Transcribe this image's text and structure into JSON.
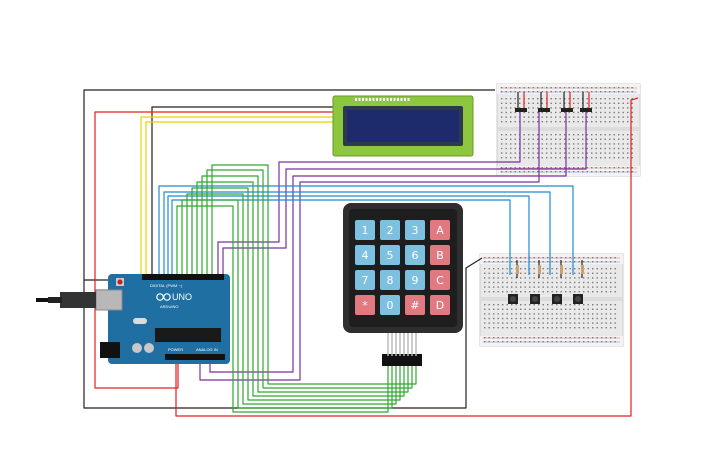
{
  "keypad": {
    "rows": [
      [
        "1",
        "2",
        "3",
        "A"
      ],
      [
        "4",
        "5",
        "6",
        "B"
      ],
      [
        "7",
        "8",
        "9",
        "C"
      ],
      [
        "*",
        "0",
        "#",
        "D"
      ]
    ]
  },
  "arduino": {
    "board_label": "UNO",
    "brand_label": "ARDUINO",
    "header_label": "DIGITAL (PWM ~)",
    "power_label": "POWER",
    "analog_label": "ANALOG IN"
  },
  "colors": {
    "wire_black": "#222222",
    "wire_red": "#e02020",
    "wire_yellow": "#e8d200",
    "wire_purple": "#7a2fa0",
    "wire_blue": "#1e8ccf",
    "wire_green": "#2fa82f",
    "board_blue": "#1f6fa3",
    "lcd_green": "#8dc63f",
    "lcd_screen": "#1d2a6b",
    "keypad_body": "#2e2e2e",
    "key_blue": "#7ec0e0",
    "key_red": "#e07a80",
    "breadboard": "#e8e8e8"
  }
}
